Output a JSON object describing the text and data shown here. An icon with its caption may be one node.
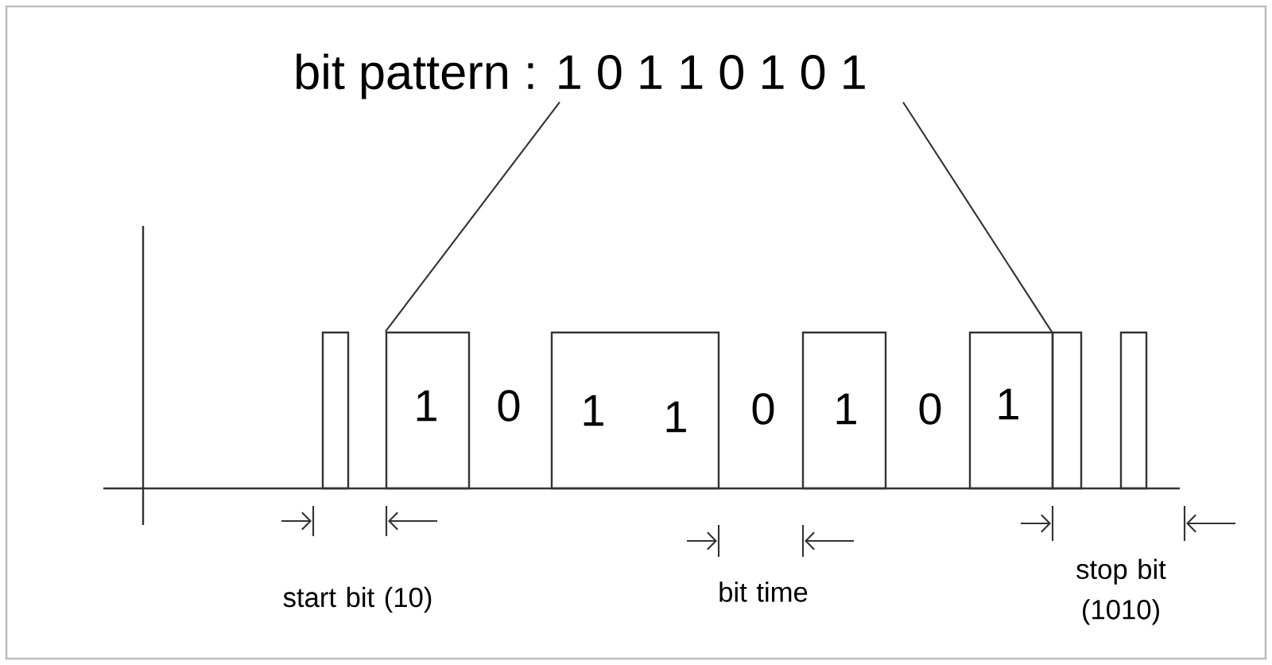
{
  "diagram": {
    "nodes": [
      {
        "text": [
          "bit pattern : 1 0 1 1 0 1 0 1"
        ]
      },
      {
        "text": [],
        "shape": "box"
      },
      {
        "text": [],
        "shape": "box"
      },
      {
        "text": [],
        "shape": "box"
      },
      {
        "text": [],
        "shape": "box"
      },
      {
        "text": [],
        "shape": "box"
      },
      {
        "text": [],
        "shape": "box"
      },
      {
        "text": [],
        "shape": "box"
      }
    ],
    "edges": [
      {
        "from": 0,
        "to": 2,
        "arrow": "none"
      },
      {
        "from": 0,
        "to": 6,
        "arrow": "none"
      }
    ],
    "labels": [
      "1",
      "0",
      "1",
      "1",
      "0",
      "1",
      "0",
      "1",
      "start bit (10)",
      "bit time",
      "stop bit (1010)"
    ]
  }
}
